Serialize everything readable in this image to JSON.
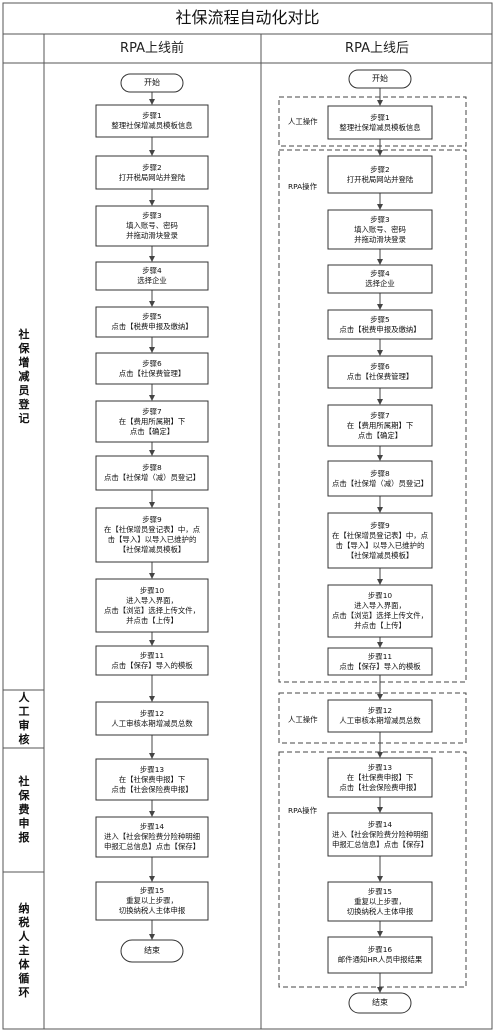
{
  "title": "社保流程自动化对比",
  "columns": {
    "before": "RPA上线前",
    "after": "RPA上线后"
  },
  "stages": [
    {
      "id": "reg",
      "label": "社保增减员登记"
    },
    {
      "id": "review",
      "label": "人工审核"
    },
    {
      "id": "declare",
      "label": "社保费申报"
    },
    {
      "id": "loop",
      "label": "纳税人主体循环"
    }
  ],
  "group_labels": {
    "manual": "人工操作",
    "rpa": "RPA操作"
  },
  "start_label": "开始",
  "end_label": "结束",
  "steps": {
    "s1": {
      "title": "步骤1",
      "lines": [
        "整理社保增减员模板信息"
      ]
    },
    "s2": {
      "title": "步骤2",
      "lines": [
        "打开税局网站并登陆"
      ]
    },
    "s3": {
      "title": "步骤3",
      "lines": [
        "填入账号、密码",
        "并拖动滑块登录"
      ]
    },
    "s4": {
      "title": "步骤4",
      "lines": [
        "选择企业"
      ]
    },
    "s5": {
      "title": "步骤5",
      "lines": [
        "点击【税费申报及缴纳】"
      ]
    },
    "s6": {
      "title": "步骤6",
      "lines": [
        "点击【社保费管理】"
      ]
    },
    "s7": {
      "title": "步骤7",
      "lines": [
        "在【费用所属期】下",
        "点击【确定】"
      ]
    },
    "s8": {
      "title": "步骤8",
      "lines": [
        "点击【社保增（减）员登记】"
      ]
    },
    "s9": {
      "title": "步骤9",
      "lines": [
        "在【社保增员登记表】中，点",
        "击【导入】以导入已维护的",
        "【社保增减员模板】"
      ]
    },
    "s10": {
      "title": "步骤10",
      "lines": [
        "进入导入界面，",
        "点击【浏览】选择上传文件，",
        "并点击【上传】"
      ]
    },
    "s11": {
      "title": "步骤11",
      "lines": [
        "点击【保存】导入的模板"
      ]
    },
    "s12": {
      "title": "步骤12",
      "lines": [
        "人工审核本期增减员总数"
      ]
    },
    "s13": {
      "title": "步骤13",
      "lines": [
        "在【社保费申报】下",
        "点击【社会保险费申报】"
      ]
    },
    "s14": {
      "title": "步骤14",
      "lines": [
        "进入【社会保险费分险种明细",
        "申报汇总信息】点击【保存】"
      ]
    },
    "s15": {
      "title": "步骤15",
      "lines": [
        "重复以上步骤，",
        "切换纳税人主体申报"
      ]
    },
    "s16": {
      "title": "步骤16",
      "lines": [
        "邮件通知HR人员申报结果"
      ]
    }
  }
}
